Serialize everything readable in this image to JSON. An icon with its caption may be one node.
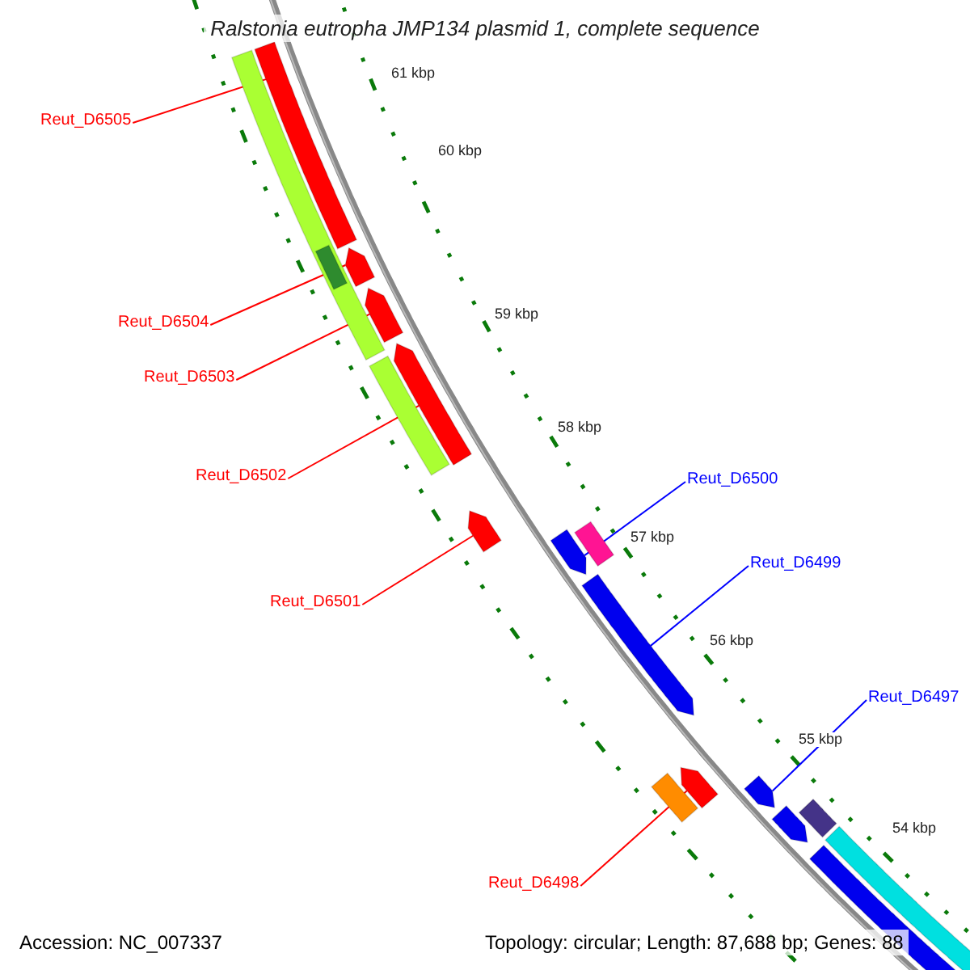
{
  "diagram": {
    "title": "Ralstonia eutropha JMP134 plasmid 1, complete sequence",
    "nodes": [
      {
        "text": [
          "Reut_D6505"
        ]
      },
      {
        "text": [
          "Reut_D6504"
        ]
      },
      {
        "text": [
          "Reut_D6503"
        ]
      },
      {
        "text": [
          "Reut_D6502"
        ]
      },
      {
        "text": [
          "Reut_D6500"
        ]
      },
      {
        "text": [
          "Reut_D6499"
        ]
      },
      {
        "text": [
          "Reut_D6501"
        ]
      },
      {
        "text": [
          "Reut_D6497"
        ]
      },
      {
        "text": [
          "Reut_D6498"
        ]
      },
      {
        "text": [],
        "shape": "bar"
      },
      {
        "text": [],
        "shape": "bar"
      },
      {
        "text": [],
        "shape": "bar",
        "in": 9
      },
      {
        "text": [],
        "shape": "pentagon"
      },
      {
        "text": [],
        "shape": "pentagon"
      },
      {
        "text": [],
        "shape": "bar"
      },
      {
        "text": [],
        "shape": "pentagon"
      },
      {
        "text": [],
        "shape": "pentagon"
      },
      {
        "text": [],
        "shape": "bar"
      },
      {
        "text": [],
        "shape": "pentagon"
      },
      {
        "text": [],
        "shape": "pentagon"
      },
      {
        "text": [],
        "shape": "pentagon"
      },
      {
        "text": [],
        "shape": "bar"
      },
      {
        "text": [],
        "shape": "pentagon"
      },
      {
        "text": [],
        "shape": "bar"
      },
      {
        "text": [],
        "shape": "pentagon"
      },
      {
        "text": [],
        "shape": "bar"
      },
      {
        "text": [],
        "shape": "bar"
      }
    ],
    "edges": [
      {
        "from": 0,
        "to": 10,
        "arrow": "none"
      },
      {
        "from": 1,
        "to": 12,
        "arrow": "none"
      },
      {
        "from": 2,
        "to": 13,
        "arrow": "none"
      },
      {
        "from": 3,
        "to": 15,
        "arrow": "none"
      },
      {
        "from": 4,
        "to": 18,
        "arrow": "none",
        "color": "#0000ff"
      },
      {
        "from": 5,
        "to": 19,
        "arrow": "none",
        "color": "#0000ff"
      },
      {
        "from": 6,
        "to": 16,
        "arrow": "none"
      },
      {
        "from": 7,
        "to": 22,
        "arrow": "none",
        "color": "#0000ff"
      },
      {
        "from": 8,
        "to": 20,
        "arrow": "none"
      }
    ],
    "labels": [
      "61 kbp",
      "60 kbp",
      "59 kbp",
      "58 kbp",
      "57 kbp",
      "56 kbp",
      "55 kbp",
      "54 kbp",
      "Accession: NC_007337",
      "Topology: circular; Length: 87,688 bp; Genes: 88"
    ]
  }
}
